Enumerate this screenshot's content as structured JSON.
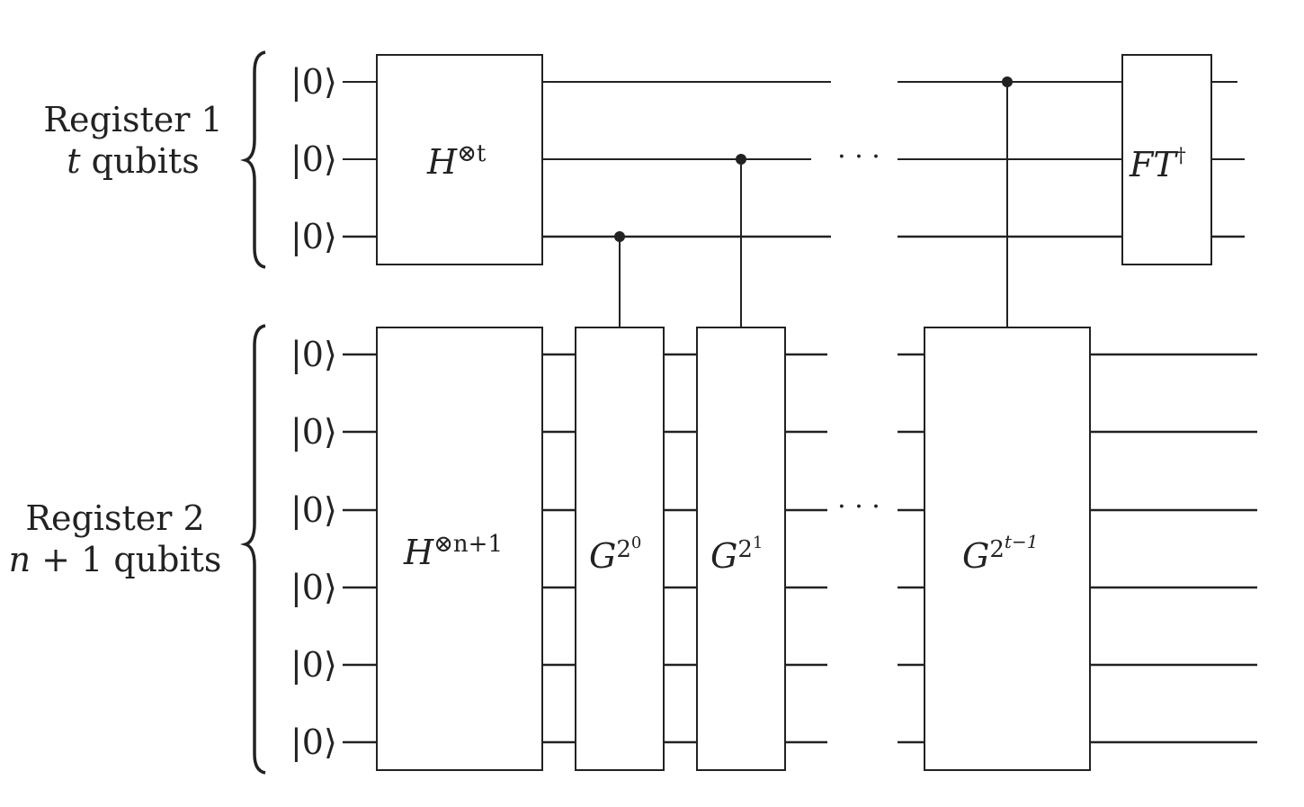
{
  "registers": [
    {
      "title": "Register 1",
      "subtitle_var": "t",
      "subtitle_rest": " qubits"
    },
    {
      "title": "Register 2",
      "subtitle_var": "n",
      "subtitle_rest": " + 1 qubits"
    }
  ],
  "initial_state": "|0⟩",
  "gates": {
    "h_reg1": {
      "base": "H",
      "sup": "⊗t"
    },
    "h_reg2": {
      "base": "H",
      "sup": "⊗n+1"
    },
    "g0": {
      "base": "G",
      "sup": "2",
      "supsup": "0"
    },
    "g1": {
      "base": "G",
      "sup": "2",
      "supsup": "1"
    },
    "gt": {
      "base": "G",
      "sup": "2",
      "supsup": "t−1"
    },
    "ft": {
      "base": "FT",
      "sup": "†"
    }
  },
  "ellipsis": "· · ·"
}
